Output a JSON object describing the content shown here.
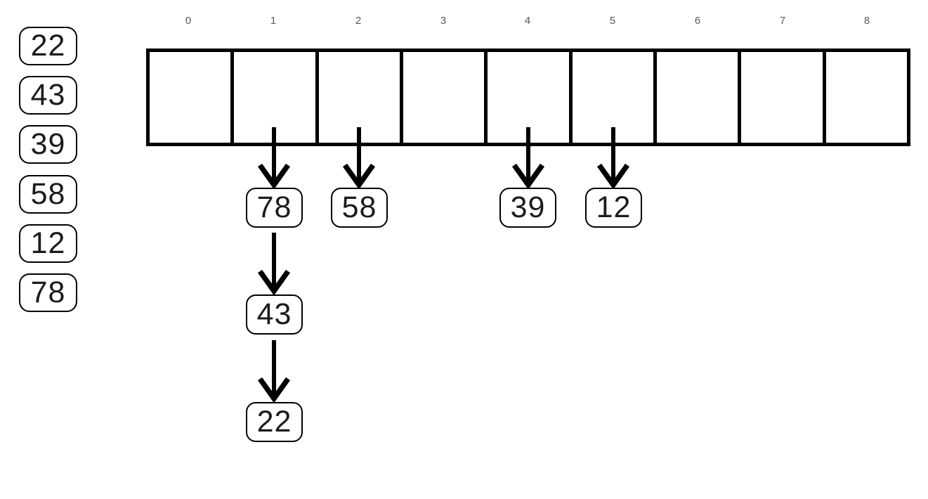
{
  "diagram": {
    "input_values": [
      "22",
      "43",
      "39",
      "58",
      "12",
      "78"
    ],
    "array_indices": [
      "0",
      "1",
      "2",
      "3",
      "4",
      "5",
      "6",
      "7",
      "8"
    ],
    "chains": {
      "bucket1": [
        "78",
        "43",
        "22"
      ],
      "bucket2": [
        "58"
      ],
      "bucket4": [
        "39"
      ],
      "bucket5": [
        "12"
      ]
    },
    "colors": {
      "line": "#000000",
      "node_text": "#1c1c1c",
      "index_label": "#595959",
      "background": "#ffffff"
    },
    "icons": {
      "arrow_glyph": "↓",
      "arrow_meaning": "chain-link-down"
    }
  }
}
